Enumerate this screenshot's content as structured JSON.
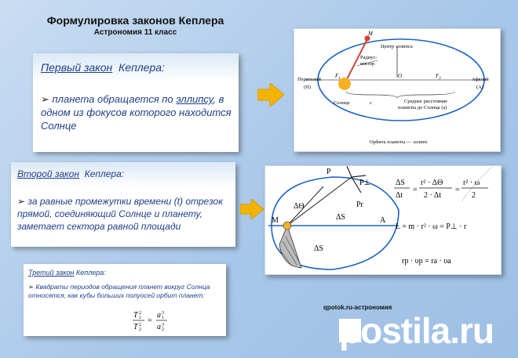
{
  "header": {
    "title": "Формулировка законов Кеплера",
    "subtitle": "Астрономия 11 класс"
  },
  "law1": {
    "label_prefix": "Первый закон",
    "label_suffix": "Кеплера:",
    "bullet": "➢",
    "text_before": "планета обращается по ",
    "text_link": "эллипсу",
    "text_after": ", в одном из фокусов которого находится Солнце"
  },
  "law2": {
    "label_prefix": "Второй закон",
    "label_suffix": "Кеплера:",
    "bullet": "➢",
    "text": "за равные промежутки времени (t) отрезок прямой, соединяющий Солнце и планету, заметает сектора равной площади"
  },
  "law3": {
    "label_prefix": "Третий закон",
    "label_suffix": "Кеплера:",
    "bullet": "➢",
    "text": "Квадраты периодов обращения планет вокруг Солнца относятся, как кубы больших полуосей орбит планет:"
  },
  "diagram1": {
    "m_label": "M",
    "center_label": "Центр эллипса",
    "radius_label_1": "Радиус-",
    "radius_label_2": "вектор",
    "perihelion_1": "Перигелий",
    "perihelion_2": "(П)",
    "aphelion_1": "Афелий",
    "aphelion_2": "(А)",
    "f1": "F",
    "f1_sub": "1",
    "f2": "F",
    "f2_sub": "2",
    "o_label": "O",
    "sun_label": "Солнце",
    "c_label": "c",
    "mean_dist_1": "Среднее расстояние",
    "mean_dist_2": "планеты до Солнца (a)",
    "caption": "Орбита планеты — эллипс"
  },
  "diagram2": {
    "p_label": "P",
    "p_perp": "P⊥",
    "p_r": "Pr",
    "delta_theta": "ΔΘ",
    "delta_s_top": "ΔS",
    "delta_s_bottom": "ΔS",
    "m_label": "M",
    "a_label": "A",
    "eq1_lhs_num": "ΔS",
    "eq1_lhs_den": "Δt",
    "eq1_mid_num": "r² · ΔΘ",
    "eq1_mid_den": "2 · Δt",
    "eq1_rhs_num": "r² · ω",
    "eq1_rhs_den": "2",
    "eq2": "L = m · r² · ω = P⊥ · r",
    "eq3": "rp · υp = ra · υa"
  },
  "footer": {
    "site": "qpotok.ru-астрономия",
    "watermark": "postila.ru"
  },
  "colors": {
    "law_text": "#1e3d8c",
    "arrow": "#f2b400",
    "orbit": "#1a63c4",
    "sun": "#f6b026"
  }
}
